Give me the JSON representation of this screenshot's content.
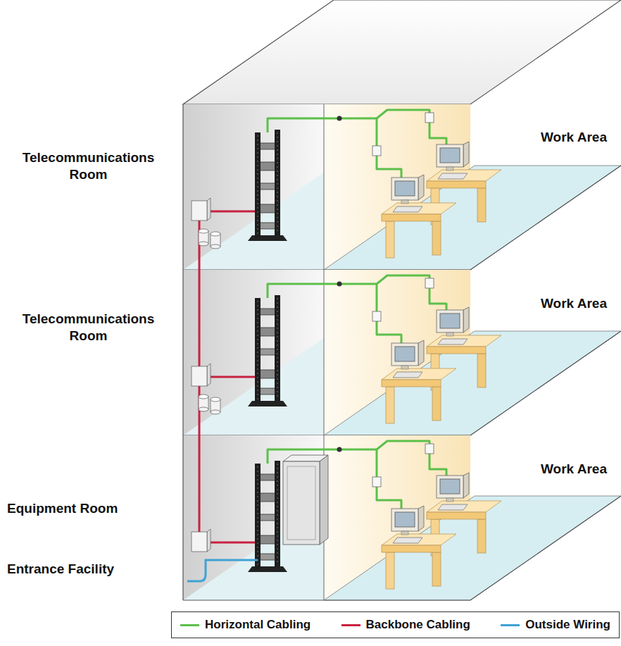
{
  "diagram": {
    "labels": [
      "Telecommunications Room",
      "Work Area",
      "Telecommunications Room",
      "Work Area",
      "Equipment Room",
      "Work Area",
      "Entrance Facility"
    ],
    "legend": [
      {
        "text": "Horizontal Cabling",
        "color": "#5cbf4a"
      },
      {
        "text": "Backbone Cabling",
        "color": "#c8213f"
      },
      {
        "text": "Outside Wiring",
        "color": "#3fa2d4"
      }
    ]
  }
}
